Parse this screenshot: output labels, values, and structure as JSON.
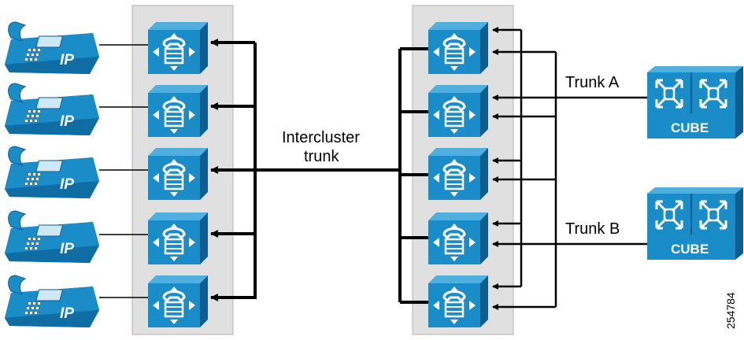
{
  "diagram": {
    "intercluster_line1": "Intercluster",
    "intercluster_line2": "trunk",
    "trunk_a": "Trunk A",
    "trunk_b": "Trunk B",
    "gateway_label": "CUBE",
    "phone_label": "IP",
    "figure_id": "254784"
  },
  "colors": {
    "device_blue": "#1a8dc9",
    "device_dark": "#0d5e8e",
    "cluster_bg": "#e0e0e0",
    "line": "#000000"
  }
}
